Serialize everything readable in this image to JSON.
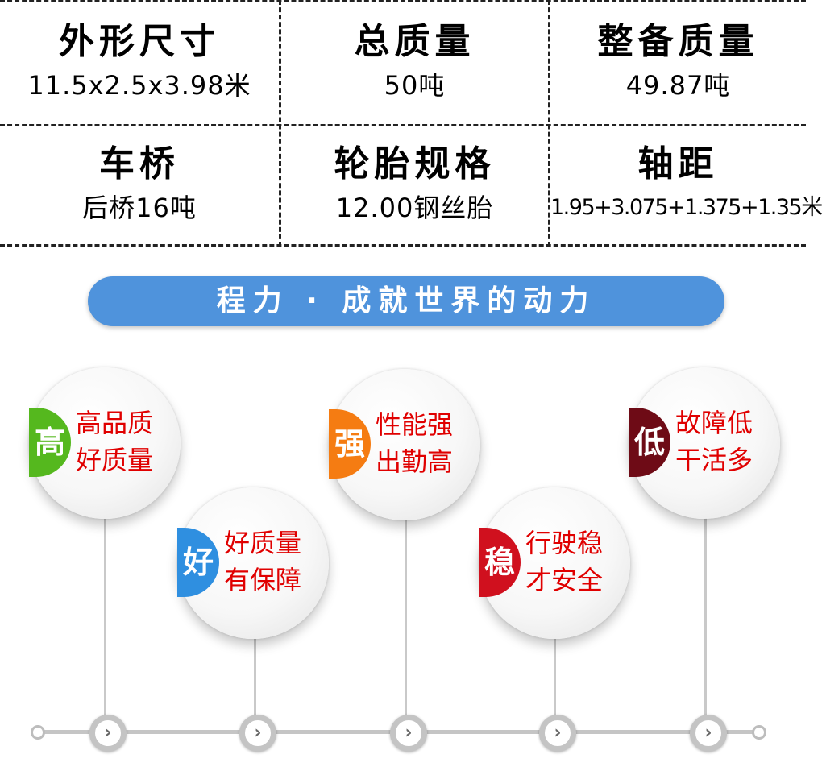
{
  "specs": [
    {
      "key": "外形尺寸",
      "value": "11.5x2.5x3.98米"
    },
    {
      "key": "总质量",
      "value": "50吨"
    },
    {
      "key": "整备质量",
      "value": "49.87吨"
    },
    {
      "key": "车桥",
      "value": "后桥16吨"
    },
    {
      "key": "轮胎规格",
      "value": "12.00钢丝胎"
    },
    {
      "key": "轴距",
      "value": "1.95+3.075+1.375+1.35米"
    }
  ],
  "slogan": "程力 · 成就世界的动力",
  "features": [
    {
      "badge": "高",
      "line1": "高品质",
      "line2": "好质量",
      "color": "#55b81e"
    },
    {
      "badge": "好",
      "line1": "好质量",
      "line2": "有保障",
      "color": "#2f8fe0"
    },
    {
      "badge": "强",
      "line1": "性能强",
      "line2": "出勤高",
      "color": "#f57c12"
    },
    {
      "badge": "稳",
      "line1": "行驶稳",
      "line2": "才安全",
      "color": "#d0101e"
    },
    {
      "badge": "低",
      "line1": "故障低",
      "line2": "干活多",
      "color": "#6e0b16"
    }
  ],
  "timeline": {
    "node_icon": "chevron-right-icon",
    "node_glyph": "›"
  }
}
